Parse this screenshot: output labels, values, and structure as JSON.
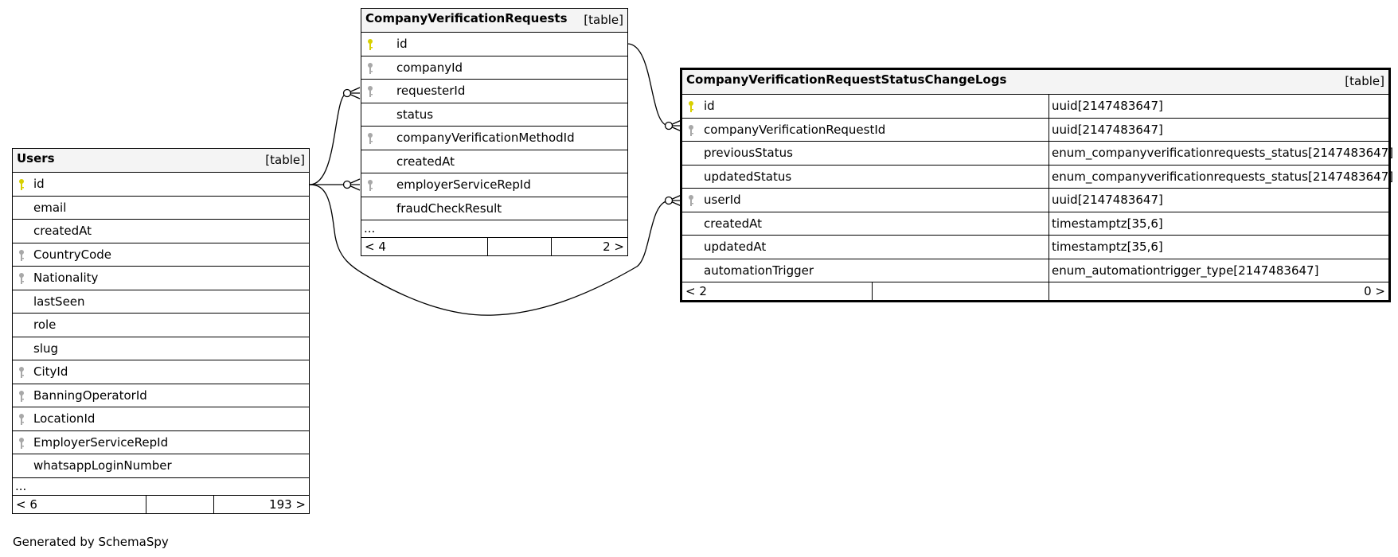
{
  "colors": {
    "primary_key": "#d8d000",
    "foreign_key": "#a8a8a8",
    "header_bg": "#f4f4f4",
    "line": "#000000"
  },
  "tables": {
    "users": {
      "name": "Users",
      "kind": "[table]",
      "columns": [
        {
          "name": "id",
          "key": "primary-key-icon"
        },
        {
          "name": "email",
          "key": ""
        },
        {
          "name": "createdAt",
          "key": ""
        },
        {
          "name": "CountryCode",
          "key": "foreign-key-icon"
        },
        {
          "name": "Nationality",
          "key": "foreign-key-icon"
        },
        {
          "name": "lastSeen",
          "key": ""
        },
        {
          "name": "role",
          "key": ""
        },
        {
          "name": "slug",
          "key": ""
        },
        {
          "name": "CityId",
          "key": "foreign-key-icon"
        },
        {
          "name": "BanningOperatorId",
          "key": "foreign-key-icon"
        },
        {
          "name": "LocationId",
          "key": "foreign-key-icon"
        },
        {
          "name": "EmployerServiceRepId",
          "key": "foreign-key-icon"
        },
        {
          "name": "whatsappLoginNumber",
          "key": ""
        }
      ],
      "more": "...",
      "parents": "< 6",
      "children": "193 >"
    },
    "requests": {
      "name": "CompanyVerificationRequests",
      "kind": "[table]",
      "columns": [
        {
          "name": "id",
          "key": "primary-key-icon"
        },
        {
          "name": "companyId",
          "key": "foreign-key-icon"
        },
        {
          "name": "requesterId",
          "key": "foreign-key-icon"
        },
        {
          "name": "status",
          "key": ""
        },
        {
          "name": "companyVerificationMethodId",
          "key": "foreign-key-icon"
        },
        {
          "name": "createdAt",
          "key": ""
        },
        {
          "name": "employerServiceRepId",
          "key": "foreign-key-icon"
        },
        {
          "name": "fraudCheckResult",
          "key": ""
        }
      ],
      "more": "...",
      "parents": "< 4",
      "children": "2 >"
    },
    "logs": {
      "name": "CompanyVerificationRequestStatusChangeLogs",
      "kind": "[table]",
      "columns": [
        {
          "name": "id",
          "type": "uuid[2147483647]",
          "key": "primary-key-icon"
        },
        {
          "name": "companyVerificationRequestId",
          "type": "uuid[2147483647]",
          "key": "foreign-key-icon"
        },
        {
          "name": "previousStatus",
          "type": "enum_companyverificationrequests_status[2147483647]",
          "key": ""
        },
        {
          "name": "updatedStatus",
          "type": "enum_companyverificationrequests_status[2147483647]",
          "key": ""
        },
        {
          "name": "userId",
          "type": "uuid[2147483647]",
          "key": "foreign-key-icon"
        },
        {
          "name": "createdAt",
          "type": "timestamptz[35,6]",
          "key": ""
        },
        {
          "name": "updatedAt",
          "type": "timestamptz[35,6]",
          "key": ""
        },
        {
          "name": "automationTrigger",
          "type": "enum_automationtrigger_type[2147483647]",
          "key": ""
        }
      ],
      "parents": "< 2",
      "children": "0 >"
    }
  },
  "footer_text": "Generated by SchemaSpy"
}
